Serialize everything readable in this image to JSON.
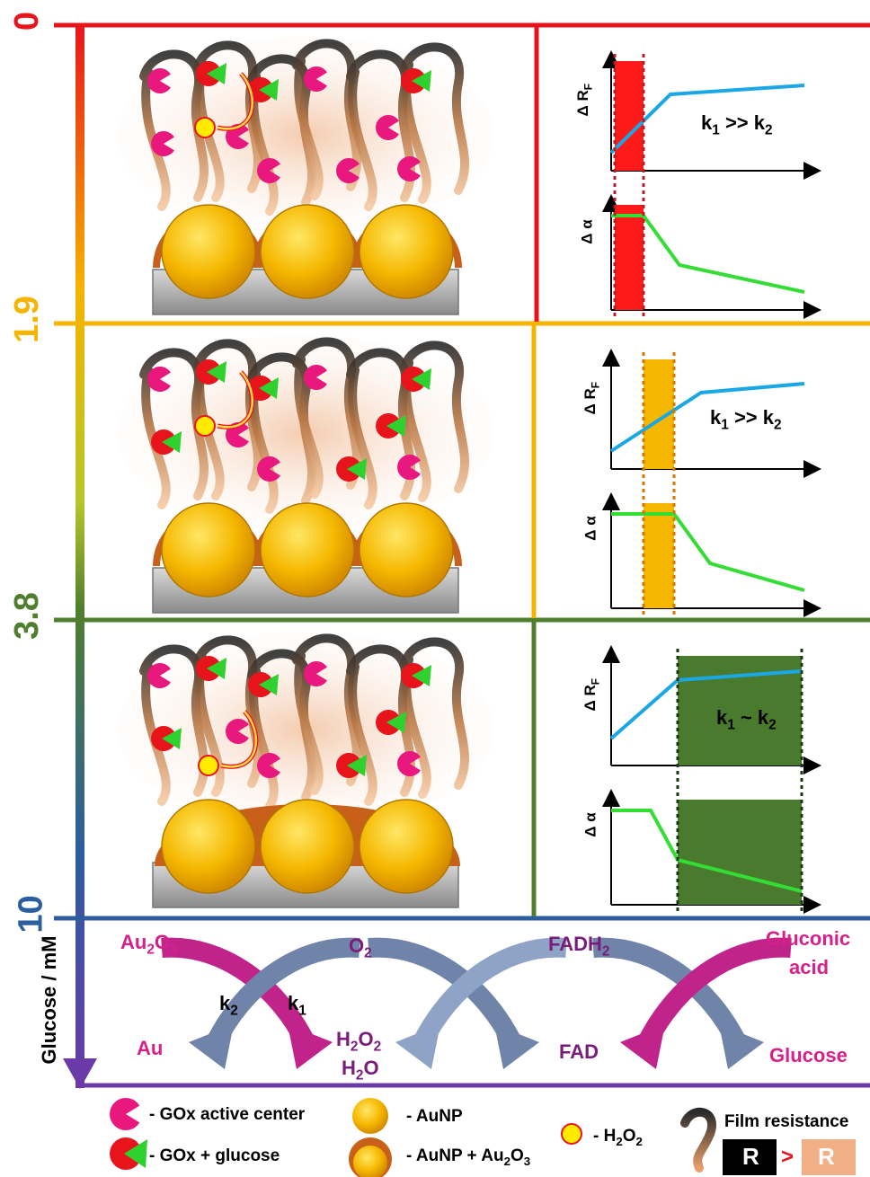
{
  "axis": {
    "label": "Glucose / mM",
    "ticks": [
      "0",
      "1.9",
      "3.8",
      "10"
    ],
    "colors": [
      "#e8141b",
      "#f5b400",
      "#4f7f2e",
      "#2c5d9f"
    ]
  },
  "panels": [
    {
      "name": "0-1.9",
      "band_color": "#ff1a1a",
      "k_label": "k1 >> k2",
      "k_sub1": "1",
      "k_rel": ">>",
      "k_sub2": "2",
      "top_chart": {
        "ylabel": "Δ RF",
        "ylabel_sub": "F"
      },
      "bottom_chart": {
        "ylabel": "Δ α"
      }
    },
    {
      "name": "1.9-3.8",
      "band_color": "#f5b700",
      "k_label": "k1 >> k2",
      "k_sub1": "1",
      "k_rel": ">>",
      "k_sub2": "2",
      "top_chart": {
        "ylabel": "Δ RF",
        "ylabel_sub": "F"
      },
      "bottom_chart": {
        "ylabel": "Δ α"
      }
    },
    {
      "name": "3.8-10",
      "band_color": "#4a7a2e",
      "k_label": "k1 ~ k2",
      "k_sub1": "1",
      "k_rel": "~",
      "k_sub2": "2",
      "top_chart": {
        "ylabel": "Δ RF",
        "ylabel_sub": "F"
      },
      "bottom_chart": {
        "ylabel": "Δ α"
      }
    }
  ],
  "reactions": {
    "au2o3": "Au2O3",
    "au": "Au",
    "o2": "O2",
    "h2o2": "H2O2",
    "h2o": "H2O",
    "k2": "k2",
    "k1": "k1",
    "fadh2": "FADH2",
    "fad": "FAD",
    "gluconic_line1": "Gluconic",
    "gluconic_line2": "acid",
    "glucose": "Glucose"
  },
  "legend": {
    "gox_active": "- GOx active center",
    "gox_glucose": "- GOx + glucose",
    "aunp": "- AuNP",
    "aunp_au2o3": "- AuNP + Au2O3",
    "h2o2": "- H2O2",
    "film_resistance": "Film resistance",
    "r_left": "R",
    "r_gt": ">",
    "r_right": "R"
  },
  "colors": {
    "magenta": "#d6208a",
    "purple_text": "#7a1d7a",
    "arrow_blue": "#6f84a8",
    "curve_blue": "#1aa7e6",
    "curve_green": "#33dd33",
    "gold": "#f5b800",
    "copper": "#c8601a"
  }
}
